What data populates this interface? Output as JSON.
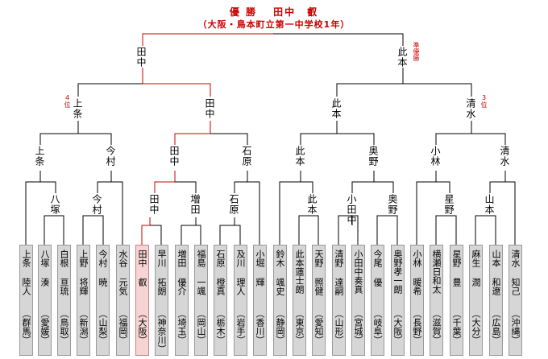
{
  "header": {
    "winner_line": "優 勝　 田中　叡",
    "school_line": "（大阪・鳥本町立第一中学校1年）"
  },
  "colors": {
    "winner_path": "#cc0000",
    "lines": "#000000",
    "accent": "#cc0000",
    "box_fill": "#d6d6d6",
    "winner_fill": "#f6d4d4"
  },
  "bracket": {
    "final": {
      "left": "田中",
      "right": "此本",
      "runner_up_label": "準優勝"
    },
    "semifinal": {
      "a": "上条",
      "b": "田中",
      "c": "此本",
      "d": "清水",
      "rank_a": "4位",
      "rank_d": "3位"
    },
    "quarterfinal": [
      "上条",
      "今村",
      "田中",
      "石原",
      "此本",
      "奥野",
      "小林",
      "清水"
    ],
    "round3": [
      "八塚",
      "今村",
      "田中",
      "増田",
      "石原",
      "此本",
      "小田中",
      "奥野",
      "星野",
      "山本"
    ],
    "round3_second": {
      "kodanaka_winner": "奥野"
    }
  },
  "players": [
    {
      "name": "上条 陸人",
      "pref": "（群馬）"
    },
    {
      "name": "八塚 湊",
      "pref": "（愛媛）"
    },
    {
      "name": "白根 亘琉",
      "pref": "（鳥取）"
    },
    {
      "name": "上野 将輝",
      "pref": "（新潟）"
    },
    {
      "name": "今村 暁",
      "pref": "（山梨）"
    },
    {
      "name": "水谷 元気",
      "pref": "（福岡）"
    },
    {
      "name": "田中 叡",
      "pref": "（大阪）"
    },
    {
      "name": "早川 拓朗",
      "pref": "（神奈川）"
    },
    {
      "name": "増田 優介",
      "pref": "（埼玉）"
    },
    {
      "name": "福島 一颯",
      "pref": "（岡山）"
    },
    {
      "name": "石原 橙真",
      "pref": "（栃木）"
    },
    {
      "name": "及川 理人",
      "pref": "（岩手）"
    },
    {
      "name": "小堀 輝",
      "pref": "（香川）"
    },
    {
      "name": "鈴木 颯史",
      "pref": "（静岡）"
    },
    {
      "name": "此本蓮士朗",
      "pref": "（東京）"
    },
    {
      "name": "天野 照健",
      "pref": "（愛知）"
    },
    {
      "name": "清野 達嗣",
      "pref": "（山形）"
    },
    {
      "name": "小田中奏真",
      "pref": "（宮城）"
    },
    {
      "name": "今尾 優",
      "pref": "（岐阜）"
    },
    {
      "name": "奥野孝一朗",
      "pref": "（大阪）"
    },
    {
      "name": "小林 暖希",
      "pref": "（長野）"
    },
    {
      "name": "横瀬日和太",
      "pref": "（滋賀）"
    },
    {
      "name": "星野 豊",
      "pref": "（千葉）"
    },
    {
      "name": "麻生 潤",
      "pref": "（大分）"
    },
    {
      "name": "山本 和遼",
      "pref": "（広島）"
    },
    {
      "name": "清水 知己",
      "pref": "（沖縄）"
    }
  ]
}
